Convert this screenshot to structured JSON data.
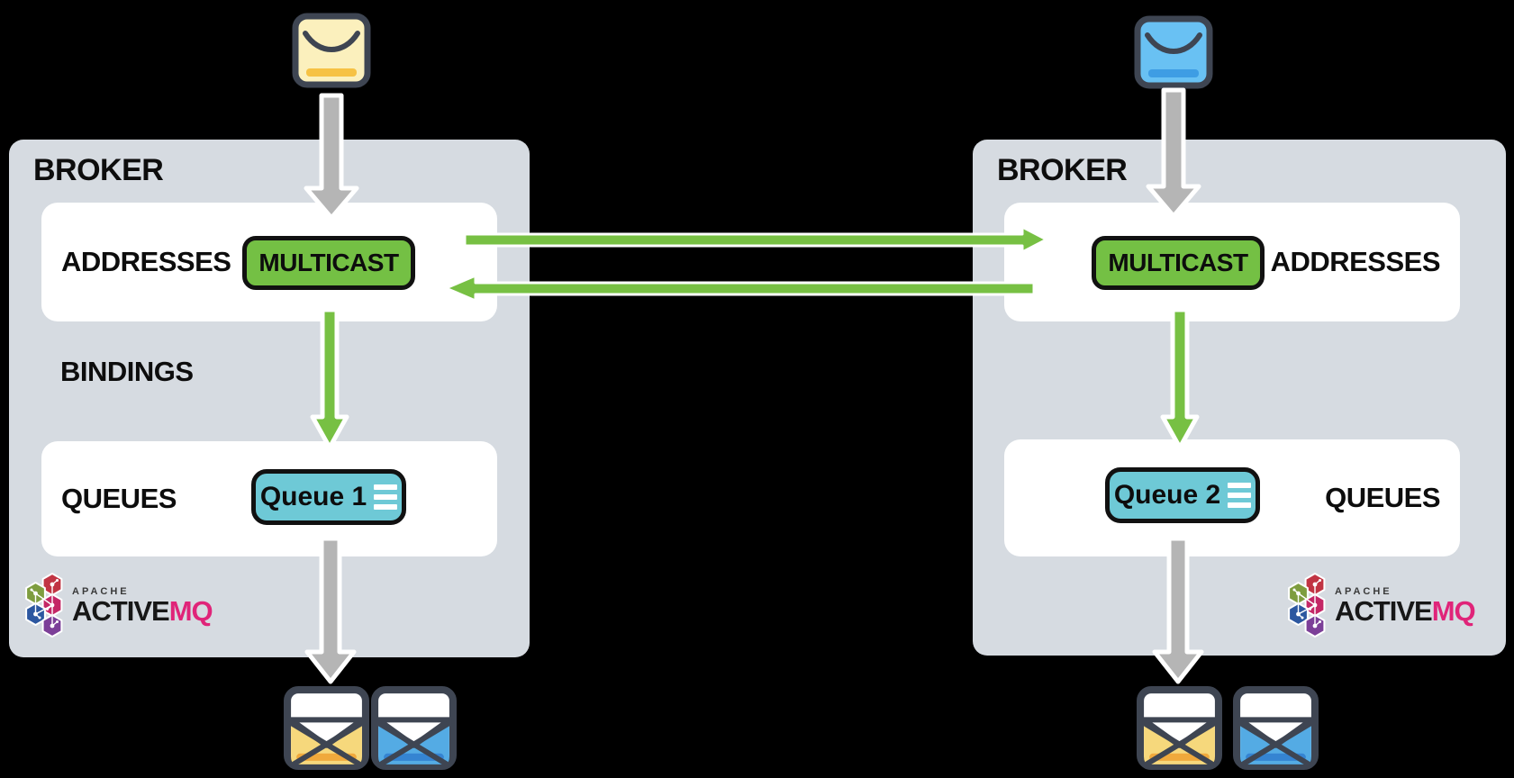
{
  "diagram": {
    "background": "#000000",
    "broker_fill": "#d6dbe1",
    "panel_fill": "#ffffff",
    "accent_green": "#74c044",
    "accent_teal": "#6ec9d6",
    "arrow_gray": "#b5b5b5",
    "outline_dark": "#111111",
    "envelope_border": "#3e4552",
    "envelope_yellow": "#fbf0bd",
    "envelope_yellow_accent": "#f6c244",
    "envelope_blue": "#69c1f3",
    "envelope_blue_accent": "#3e9de4",
    "logo_pink": "#e02479"
  },
  "brokers": [
    {
      "title": "BROKER",
      "addresses_label": "ADDRESSES",
      "address_name": "MULTICAST",
      "bindings_label": "BINDINGS",
      "queues_label": "QUEUES",
      "queue_name": "Queue 1"
    },
    {
      "title": "BROKER",
      "addresses_label": "ADDRESSES",
      "address_name": "MULTICAST",
      "queues_label": "QUEUES",
      "queue_name": "Queue 2"
    }
  ],
  "logo": {
    "apache": "APACHE",
    "product_black": "ACTIVE",
    "product_pink": "MQ"
  },
  "icons": {
    "top_left": "closed-envelope-yellow-icon",
    "top_right": "closed-envelope-blue-icon",
    "bottom": [
      "open-envelope-yellow-icon",
      "open-envelope-blue-icon"
    ],
    "queue_rows": "list-icon",
    "arrows": [
      "producer-down-arrow",
      "multicast-forward-arrow",
      "multicast-return-arrow",
      "binding-down-arrow",
      "consumer-down-arrow"
    ]
  }
}
